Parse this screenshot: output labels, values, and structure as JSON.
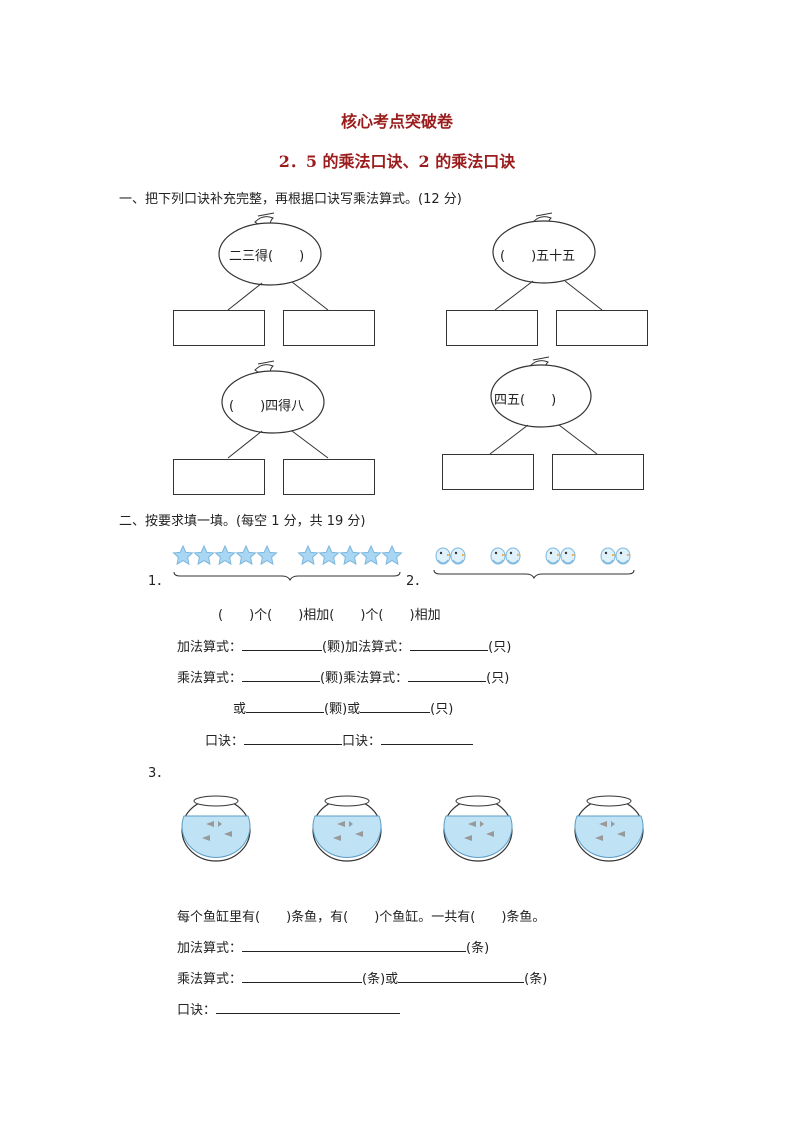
{
  "header": {
    "title": "核心考点突破卷",
    "subtitle": "2．5 的乘法口诀、2 的乘法口诀"
  },
  "section1": {
    "heading": "一、把下列口诀补充完整，再根据口诀写乘法算式。(12 分)",
    "tomatoes": [
      {
        "text": "二三得(　　)"
      },
      {
        "text": "(　　)五十五"
      },
      {
        "text": "(　　)四得八"
      },
      {
        "text": "四五(　　)"
      }
    ]
  },
  "section2": {
    "heading": "二、按要求填一填。(每空 1 分，共 19 分)",
    "q1_label": "1．",
    "q2_label": "2．",
    "fill_line": "(　　)个(　　)相加(　　)个(　　)相加",
    "add1_prefix": "加法算式：",
    "add1_unit": "(颗)加法算式：",
    "add2_unit": "(只)",
    "mul1_prefix": "乘法算式：",
    "mul1_unit": "(颗)乘法算式：",
    "mul2_unit": "(只)",
    "or1_prefix": "或",
    "or1_unit": "(颗)或",
    "or2_unit": "(只)",
    "koujue_prefix": "口诀：",
    "koujue_mid": "口诀：",
    "q3_label": "3．",
    "fish_line": "每个鱼缸里有(　　)条鱼，有(　　)个鱼缸。一共有(　　)条鱼。",
    "q3_add_prefix": "加法算式：",
    "q3_add_unit": "(条)",
    "q3_mul_prefix": "乘法算式：",
    "q3_mul_unit1": "(条)或",
    "q3_mul_unit2": "(条)",
    "q3_koujue_prefix": "口诀："
  },
  "colors": {
    "title": "#9b1c1c",
    "star_fill": "#a9d6f2",
    "star_stroke": "#7bb7de",
    "water": "#bfe3f5",
    "bowl_outline": "#333333"
  }
}
